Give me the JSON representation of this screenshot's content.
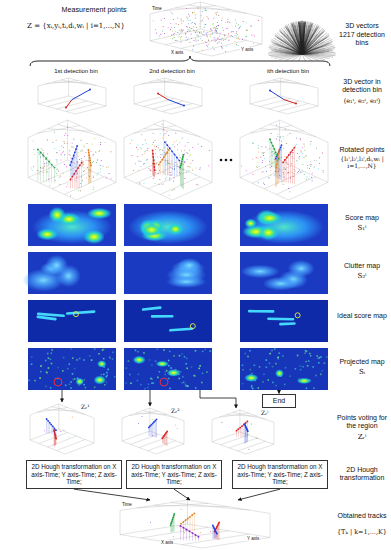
{
  "diagram": {
    "nodes": [
      {
        "text": [
          "End"
        ]
      },
      {
        "text": [
          "2D Hough transformation on X axis-Time; Y axis-Time; Z axis-Time;"
        ]
      },
      {
        "text": [
          "2D Hough transformation on X axis-Time; Y axis-Time; Z axis-Time;"
        ]
      },
      {
        "text": [
          "2D Hough transformation on X axis-Time; Y axis-Time; Z axis-Time;"
        ]
      }
    ],
    "labels": [
      "Measurement points",
      "Z = {xᵢ,yᵢ,tᵢ,dᵢ,wᵢ | i=1,...,N}",
      "X axis",
      "Y axis",
      "Time",
      "3D vectors",
      "1217 detection bins",
      "1st detection bin",
      "2nd detection bin",
      "ith detection bin",
      "3D vector in detection bin",
      "(e₁ⁱ, e₂ⁱ, e₃ⁱ)",
      "Rotated points",
      "{l₁ⁱ,l₂ⁱ,l₃ⁱ,dᵢ,wᵢ | i=1,...,N}",
      "Score map",
      "S₁ⁱ",
      "Clutter map",
      "S₂ⁱ",
      "Ideal score map",
      "Projected map",
      "Sᵢ",
      "Zᵣ¹",
      "Zᵣ²",
      "Zᵣⁱ",
      "Points voting for the region",
      "Zᵣⁱ",
      "2D Hough transformation",
      "X axis",
      "Y axis",
      "Time",
      "Obtained tracks",
      "{Tₖ | k=1,...,K}"
    ]
  }
}
